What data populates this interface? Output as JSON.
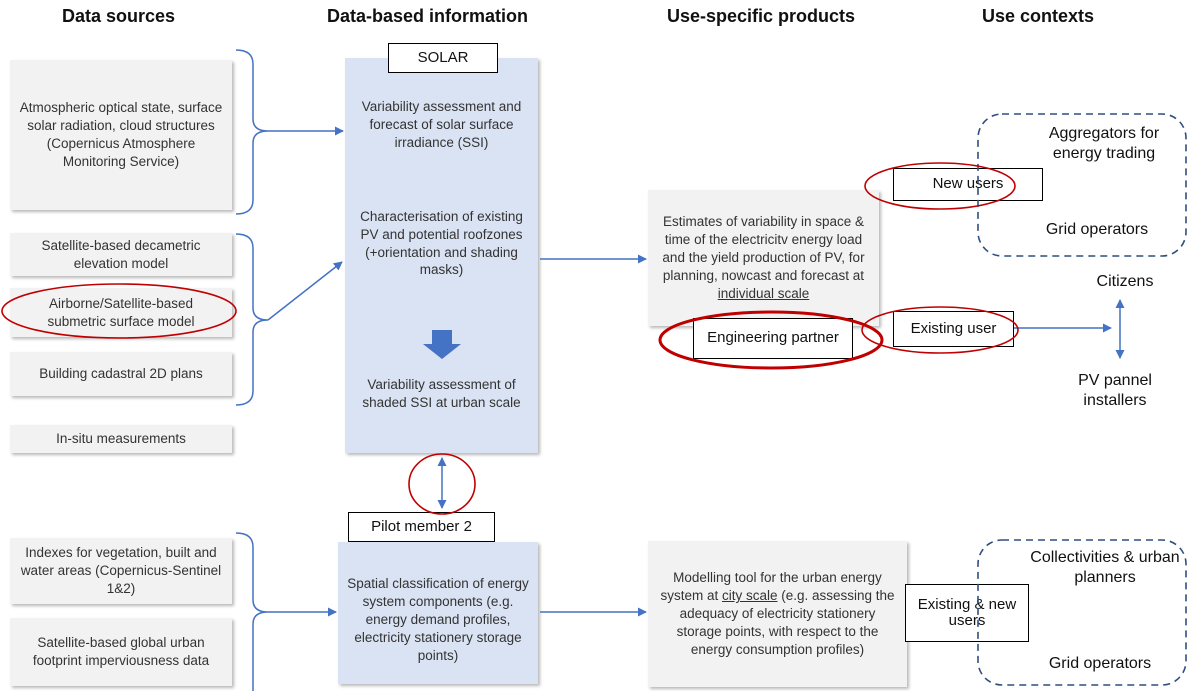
{
  "headers": {
    "sources": "Data sources",
    "information": "Data-based information",
    "products": "Use-specific products",
    "contexts": "Use contexts"
  },
  "sources_top": [
    "Atmospheric optical state, surface solar radiation, cloud structures (Copernicus Atmosphere Monitoring Service)",
    "Satellite-based decametric elevation model",
    "Airborne/Satellite-based submetric surface model",
    "Building cadastral 2D plans",
    "In-situ measurements"
  ],
  "sources_bottom": [
    "Indexes for vegetation, built and water areas (Copernicus-Sentinel 1&2)",
    "Satellite-based global urban footprint imperviousness data"
  ],
  "solar": {
    "tag": "SOLAR",
    "text1": "Variability assessment and forecast of solar surface irradiance (SSI)",
    "text2": "Characterisation of existing PV and potential roofzones (+orientation and shading masks)",
    "text3": "Variability assessment of shaded SSI at urban scale"
  },
  "pilot": {
    "tag": "Pilot member 2",
    "text": "Spatial classification of energy system components (e.g. energy demand profiles, electricity stationery storage points)"
  },
  "products": {
    "top_pre": "Estimates of variability in space & time of the electricitv energy load and the yield production of PV, for planning, nowcast and forecast at ",
    "top_underline": "individual scale",
    "bottom_pre": "Modelling tool for the urban energy system at ",
    "bottom_underline": "city scale",
    "bottom_post": " (e.g. assessing the adequacy of electricity stationery storage points, with respect to the energy consumption profiles)"
  },
  "tags": {
    "new_users": "New users",
    "existing_user": "Existing user",
    "engineering_partner": "Engineering partner",
    "existing_new_users": "Existing & new users"
  },
  "contexts": {
    "aggregators": "Aggregators for energy trading",
    "grid_operators_top": "Grid operators",
    "citizens": "Citizens",
    "pv_installers": "PV pannel installers",
    "collectivities": "Collectivities & urban planners",
    "grid_operators_bottom": "Grid operators"
  },
  "colors": {
    "arrow": "#4472c4",
    "highlight": "#c00000",
    "dashed": "#2f4f7f",
    "blue_fill": "#dae3f3",
    "gray_fill": "#f2f2f2"
  }
}
